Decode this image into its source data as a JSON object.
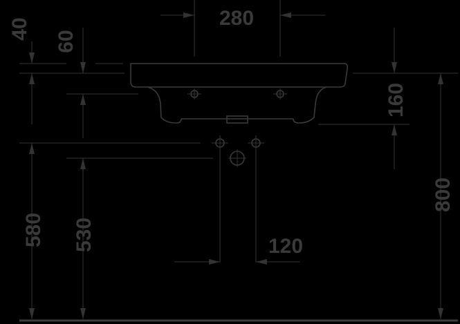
{
  "colors": {
    "background": "#000000",
    "lines": "#333333",
    "text": "#3a3a3a"
  },
  "dimensions": {
    "tap_spacing": "280",
    "rim_thickness": "40",
    "rim_to_bowl": "60",
    "bowl_depth": "160",
    "waste_spacing": "120",
    "floor_to_rim": "800",
    "floor_to_waste_upper": "580",
    "floor_to_waste_lower": "530"
  }
}
